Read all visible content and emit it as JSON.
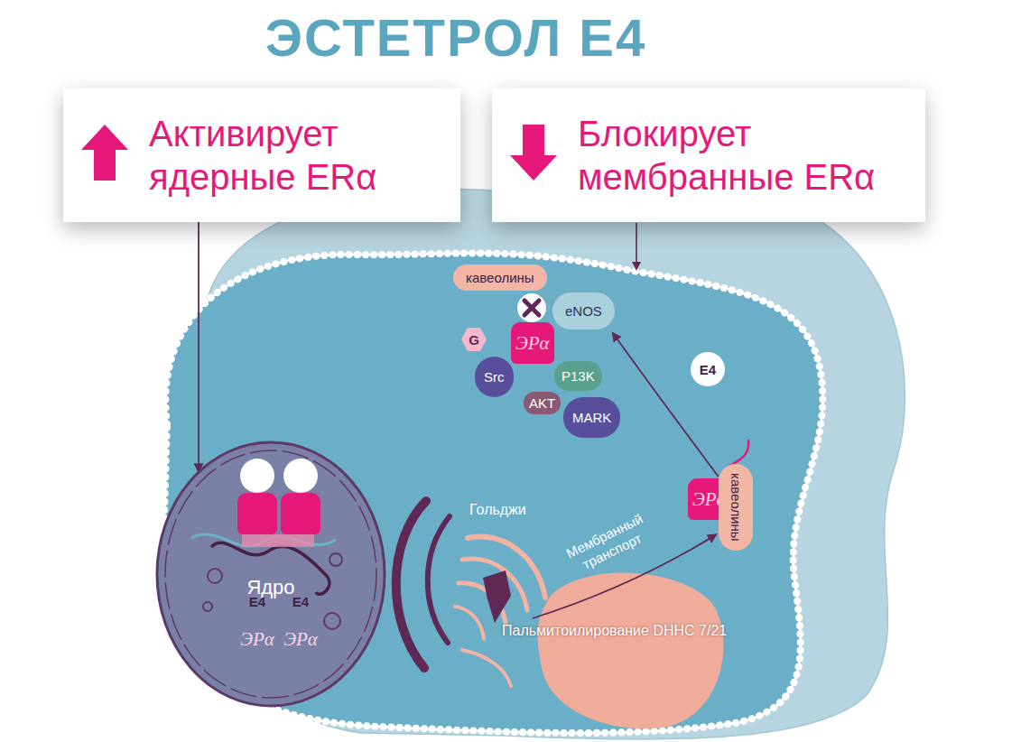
{
  "diagram": {
    "title": "ЭСТЕТРОЛ E4",
    "nodes": [
      {
        "text": [
          "Активирует ядерные ERα"
        ]
      },
      {
        "text": [
          "Блокирует мембранные ERα"
        ]
      },
      {
        "text": [
          "Ядро"
        ]
      },
      {
        "text": [
          "E4"
        ],
        "in": 2
      },
      {
        "text": [
          "E4"
        ],
        "in": 2
      },
      {
        "text": [
          "ЭРα"
        ],
        "in": 2
      },
      {
        "text": [
          "ЭРα"
        ],
        "in": 2
      },
      {
        "text": [
          "кавеолины"
        ]
      },
      {
        "text": [
          "ЭРα"
        ]
      },
      {
        "text": [
          "G"
        ]
      },
      {
        "text": [
          "eNOS"
        ]
      },
      {
        "text": [
          "Src"
        ]
      },
      {
        "text": [
          "P13K"
        ]
      },
      {
        "text": [
          "AKT"
        ]
      },
      {
        "text": [
          "MARK"
        ]
      },
      {
        "text": [
          "E4"
        ]
      },
      {
        "text": [
          "ЭРα"
        ]
      },
      {
        "text": [
          "кавеолины"
        ]
      },
      {
        "text": [
          "Пальмитоилирование DHHC 7/21"
        ]
      }
    ],
    "edges": [
      {
        "from": 0,
        "to": 2,
        "arrow": "to"
      },
      {
        "from": 16,
        "to": 10,
        "arrow": "to"
      },
      {
        "from": 18,
        "to": 17,
        "label": "Мембранный транспорт",
        "arrow": "to"
      }
    ],
    "labels": [
      "Гольджи"
    ]
  }
}
